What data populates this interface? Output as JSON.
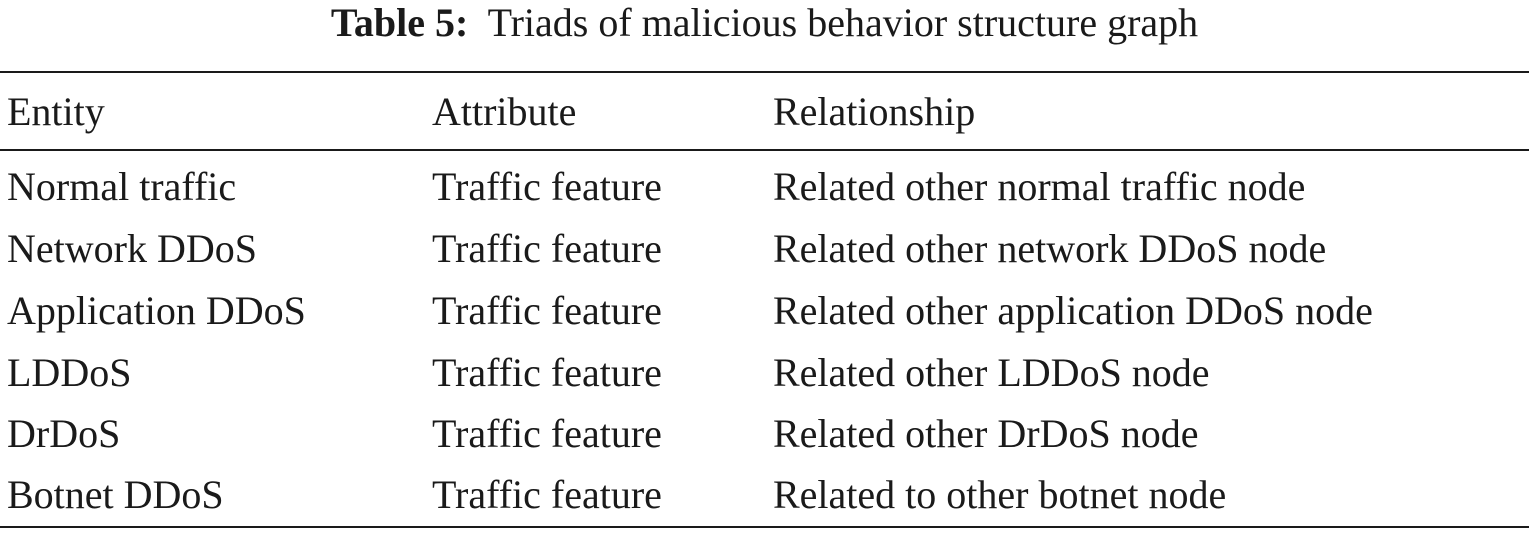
{
  "table": {
    "caption_label": "Table 5:",
    "caption_text": "Triads of malicious behavior structure graph",
    "headers": [
      "Entity",
      "Attribute",
      "Relationship"
    ],
    "rows": [
      [
        "Normal traffic",
        "Traffic feature",
        "Related other normal traffic node"
      ],
      [
        "Network DDoS",
        "Traffic feature",
        "Related other network DDoS node"
      ],
      [
        "Application DDoS",
        "Traffic feature",
        "Related other application DDoS node"
      ],
      [
        "LDDoS",
        "Traffic feature",
        "Related other LDDoS node"
      ],
      [
        "DrDoS",
        "Traffic feature",
        "Related other DrDoS node"
      ],
      [
        "Botnet DDoS",
        "Traffic feature",
        "Related to other botnet node"
      ]
    ]
  }
}
